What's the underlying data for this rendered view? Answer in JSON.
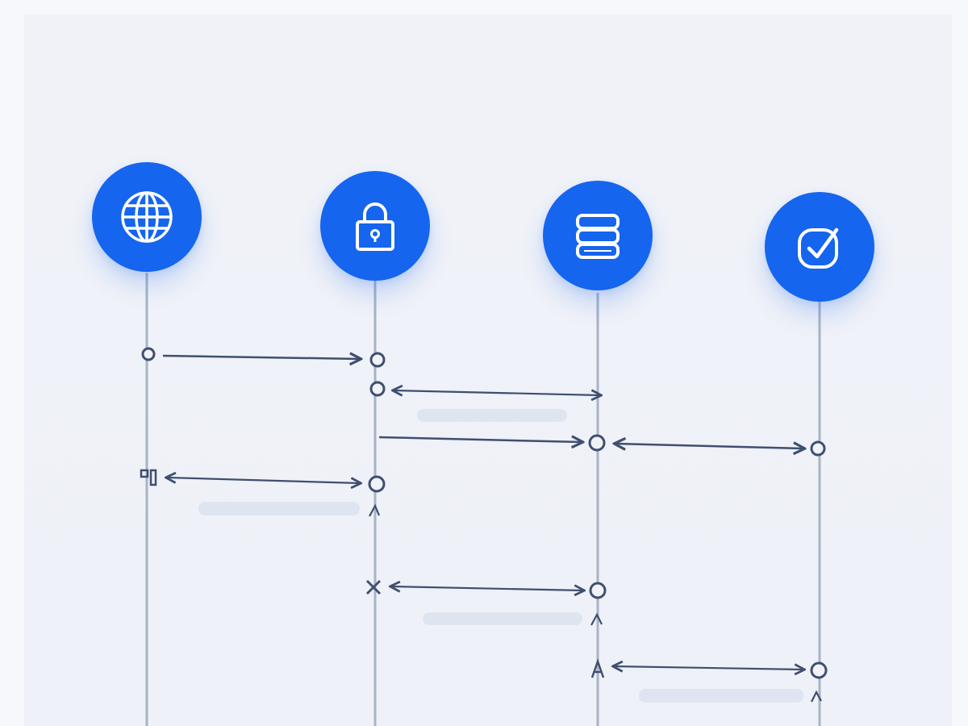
{
  "colors": {
    "accent": "#1565ee",
    "line": "#a9b3c6",
    "arrow": "#3f4f6f",
    "node": "#3f4f6f",
    "label_bar": "#dfe5f0"
  },
  "participants": [
    {
      "icon": "globe-icon"
    },
    {
      "icon": "lock-icon"
    },
    {
      "icon": "database-icon"
    },
    {
      "icon": "check-icon"
    }
  ],
  "messages": [
    {
      "from": 0,
      "to": 1,
      "order": 1,
      "direction": "right",
      "has_label_bar": false
    },
    {
      "from": 1,
      "to": 2,
      "order": 2,
      "direction": "both",
      "has_label_bar": true
    },
    {
      "from": 1,
      "to": 2,
      "order": 3,
      "direction": "right",
      "has_label_bar": false
    },
    {
      "from": 2,
      "to": 3,
      "order": 4,
      "direction": "both",
      "has_label_bar": false
    },
    {
      "from": 0,
      "to": 1,
      "order": 5,
      "direction": "both",
      "has_label_bar": true
    },
    {
      "from": 1,
      "to": 2,
      "order": 6,
      "direction": "both",
      "has_label_bar": true
    },
    {
      "from": 2,
      "to": 3,
      "order": 7,
      "direction": "both",
      "has_label_bar": true
    }
  ]
}
